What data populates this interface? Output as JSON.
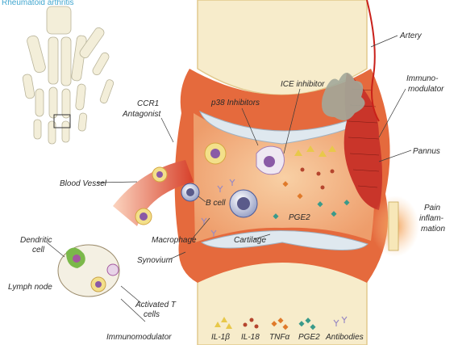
{
  "header_text": "Rheumatoid arthritis",
  "labels": {
    "artery": "Artery",
    "immunomodulator_top_1": "Immuno-",
    "immunomodulator_top_2": "modulator",
    "pannus": "Pannus",
    "pain_1": "Pain",
    "pain_2": "inflam-",
    "pain_3": "mation",
    "ccr1_1": "CCR1",
    "ccr1_2": "Antagonist",
    "p38": "p38 Inhibitors",
    "ice": "ICE inhibitor",
    "blood_vessel": "Blood Vessel",
    "b_cell": "B cell",
    "pge2": "PGE2",
    "dendritic_1": "Dendritic",
    "dendritic_2": "cell",
    "macrophage": "Macrophage",
    "synovium": "Synovium",
    "cartilage": "Cartilage",
    "lymph_node": "Lymph node",
    "activated_t_1": "Activated T",
    "activated_t_2": "cells",
    "immunomodulator_bottom": "Immunomodulator"
  },
  "legend": [
    {
      "label": "IL-1β",
      "color": "#e8c84a"
    },
    {
      "label": "IL-18",
      "color": "#b5452e"
    },
    {
      "label": "TNFα",
      "color": "#e07a2a"
    },
    {
      "label": "PGE2",
      "color": "#3a9a8a"
    },
    {
      "label": "Antibodies",
      "color": "#9a8ac2"
    }
  ],
  "colors": {
    "bone": "#f7eccb",
    "synovial_fluid": "#f4b889",
    "synovium": "#e56a3d",
    "cartilage": "#dfe8ef",
    "pannus": "#c9352a",
    "blood_vessel": "#d9442b"
  }
}
